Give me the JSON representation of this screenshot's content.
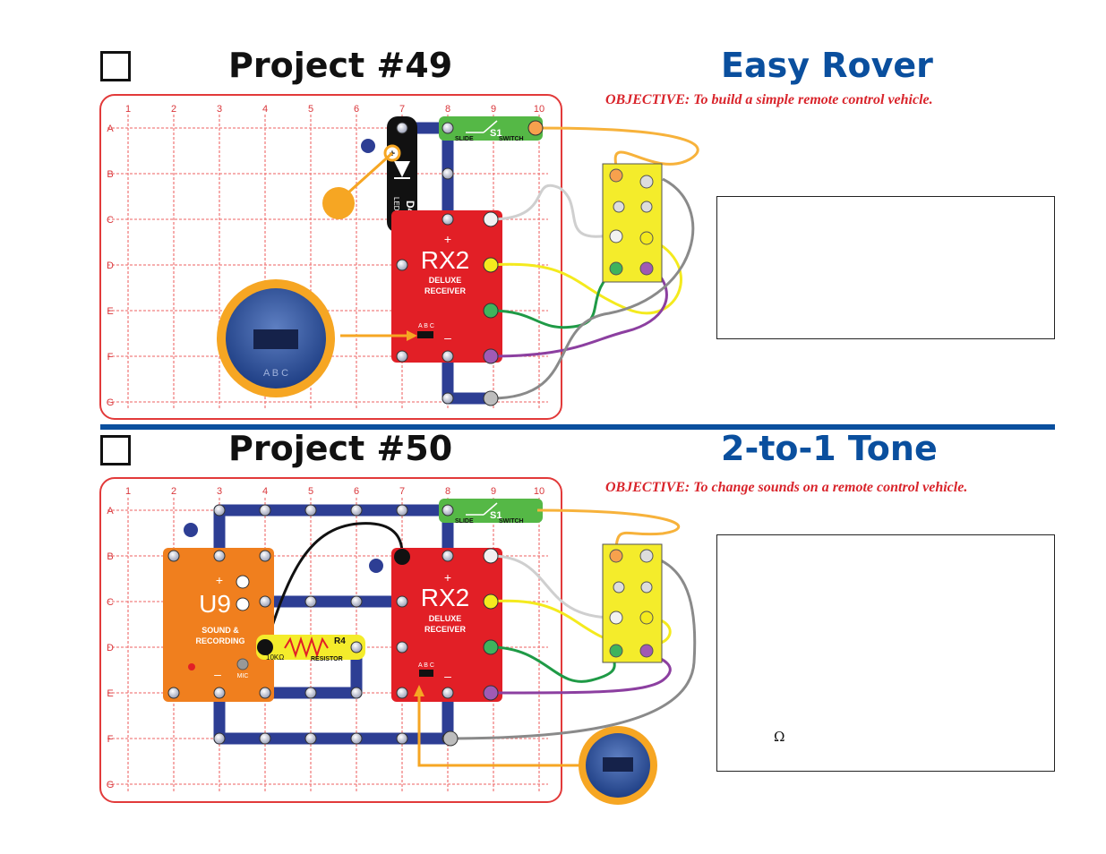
{
  "project49": {
    "number": "Project #49",
    "name": "Easy Rover",
    "objective": "OBJECTIVE:  To build a simple remote control vehicle."
  },
  "project50": {
    "number": "Project #50",
    "name": "2-to-1 Tone",
    "objective": "OBJECTIVE:  To change sounds on a  remote control vehicle.",
    "omega": "Ω"
  },
  "grid": {
    "columns": [
      "1",
      "2",
      "3",
      "4",
      "5",
      "6",
      "7",
      "8",
      "9",
      "10"
    ],
    "rows": [
      "A",
      "B",
      "C",
      "D",
      "E",
      "F",
      "G"
    ]
  },
  "parts": {
    "rx2_name": "RX2",
    "rx2_desc1": "DELUXE",
    "rx2_desc2": "RECEIVER",
    "rx2_plus": "+",
    "rx2_minus": "–",
    "rx2_switch": "A B C",
    "s1_name": "S1",
    "s1_desc1": "SLIDE",
    "s1_desc2": "SWITCH",
    "d4_name": "D4",
    "d4_desc": "LED",
    "u9_name": "U9",
    "u9_desc1": "SOUND &",
    "u9_desc2": "RECORDING",
    "u9_mic": "MIC",
    "r4_name": "R4",
    "r4_value": "10KΩ",
    "r4_desc": "RESISTOR",
    "zoom_label": "A B C"
  },
  "colors": {
    "accent_blue": "#0a4f9e",
    "objective_red": "#d9242b",
    "grid_red": "#e86464",
    "snap_blue": "#2d3e94",
    "rx2_red": "#e21f26",
    "s1_green": "#55b846",
    "u9_orange": "#f07f1e",
    "r4_yellow": "#f4ec2b",
    "callout_orange": "#f6a623",
    "wire_orange": "#f7b23b",
    "wire_white": "#cfcfcf",
    "wire_yellow": "#f4ea1e",
    "wire_green": "#1f9a46",
    "wire_purple": "#8c3fa0",
    "wire_gray": "#8a8a8a"
  }
}
